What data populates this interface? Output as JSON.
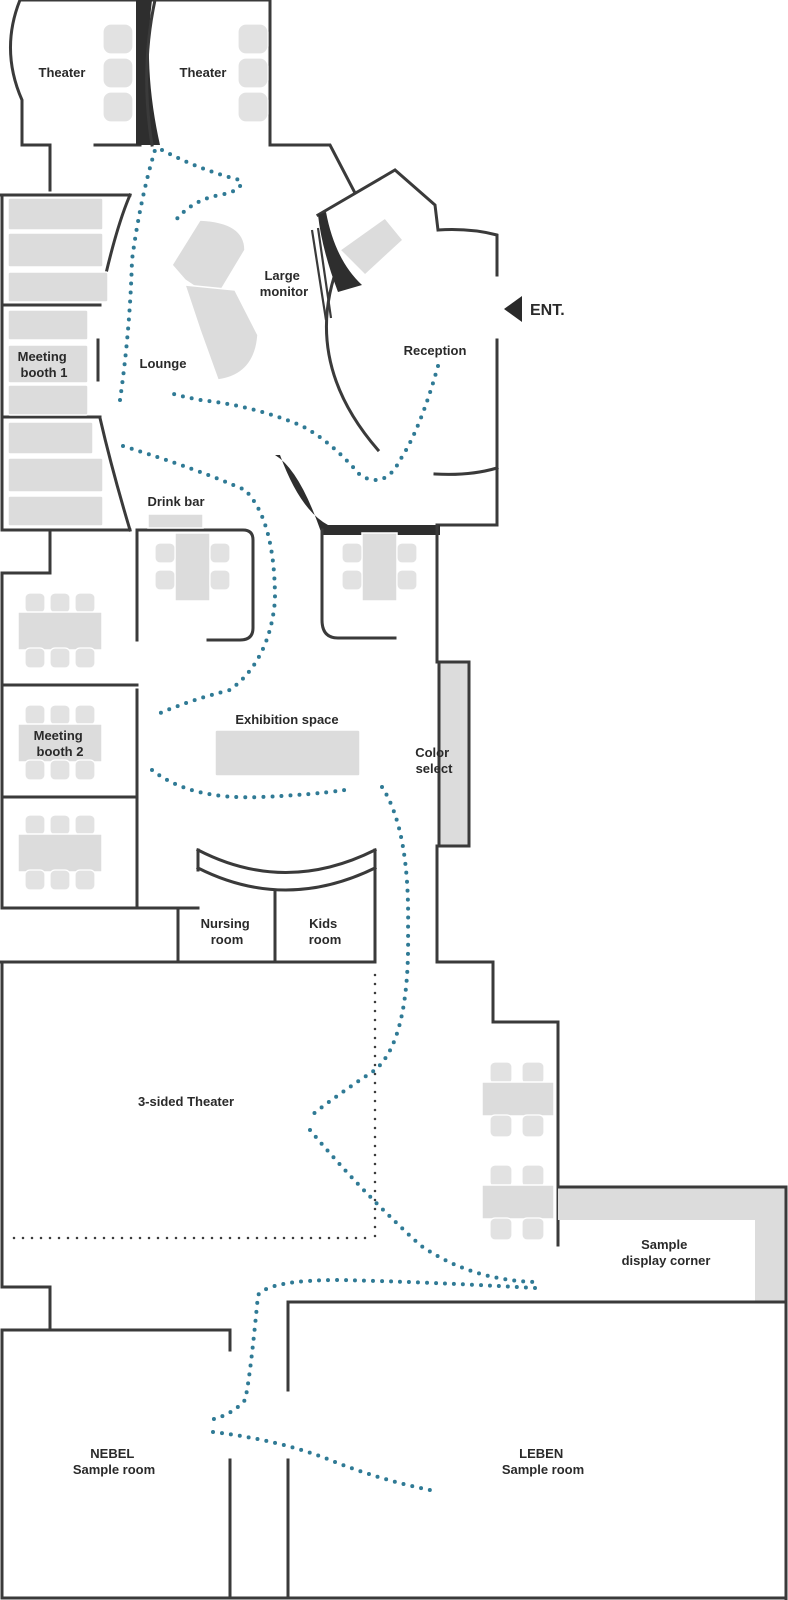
{
  "rooms": {
    "theater_left": "Theater",
    "theater_right": "Theater",
    "large_monitor": [
      "Large",
      "monitor"
    ],
    "reception": "Reception",
    "lounge": "Lounge",
    "meeting_booth_1": [
      "Meeting",
      "booth 1"
    ],
    "drink_bar": "Drink bar",
    "exhibition_space": "Exhibition space",
    "meeting_booth_2": [
      "Meeting",
      "booth 2"
    ],
    "color_select": [
      "Color",
      "select"
    ],
    "nursing_room": [
      "Nursing",
      "room"
    ],
    "kids_room": [
      "Kids",
      "room"
    ],
    "three_sided_theater": "3-sided Theater",
    "sample_display_corner": [
      "Sample",
      "display corner"
    ],
    "nebel": [
      "NEBEL",
      "Sample room"
    ],
    "leben": [
      "LEBEN",
      "Sample room"
    ]
  },
  "entrance": {
    "label": "ENT."
  },
  "colors": {
    "wall": "#3a3a3a",
    "furniture": "#dcdcdc",
    "route": "#2f7a95",
    "background": "#ffffff"
  }
}
